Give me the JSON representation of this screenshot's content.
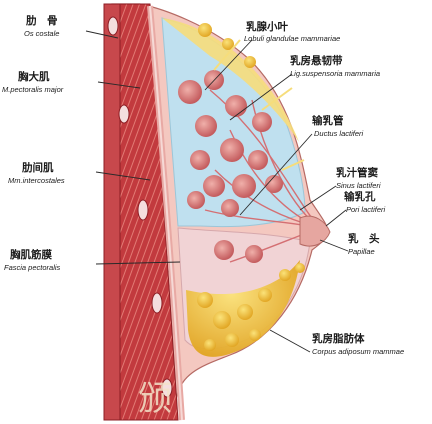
{
  "labels": {
    "rib": {
      "zh": "肋　骨",
      "la": "Os costale"
    },
    "pec_major": {
      "zh": "胸大肌",
      "la": "M.pectoralis major"
    },
    "intercostal": {
      "zh": "肋间肌",
      "la": "Mm.intercostales"
    },
    "fascia": {
      "zh": "胸肌筋膜",
      "la": "Fascia pectoralis"
    },
    "lobules": {
      "zh": "乳腺小叶",
      "la": "Lobuli glandulae mammariae"
    },
    "ligaments": {
      "zh": "乳房悬韧带",
      "la": "Lig.suspensoria mammaria"
    },
    "ducts": {
      "zh": "输乳管",
      "la": "Ductus lactiferi"
    },
    "sinus": {
      "zh": "乳汁管窦",
      "la": "Sinus lactiferi"
    },
    "pores": {
      "zh": "输乳孔",
      "la": "Pori lactiferi"
    },
    "nipple": {
      "zh": "乳　头",
      "la": "Papillae"
    },
    "adipose": {
      "zh": "乳房脂肪体",
      "la": "Corpus adiposum mammae"
    }
  },
  "watermark": "颁",
  "colors": {
    "muscle": "#c8333a",
    "muscle_light": "#e07a72",
    "gland_bg": "#bfe0ef",
    "fat": "#f2c230",
    "skin": "#f4c8c0",
    "lobule": "#d97a78",
    "stroma": "#f1d3d5"
  }
}
